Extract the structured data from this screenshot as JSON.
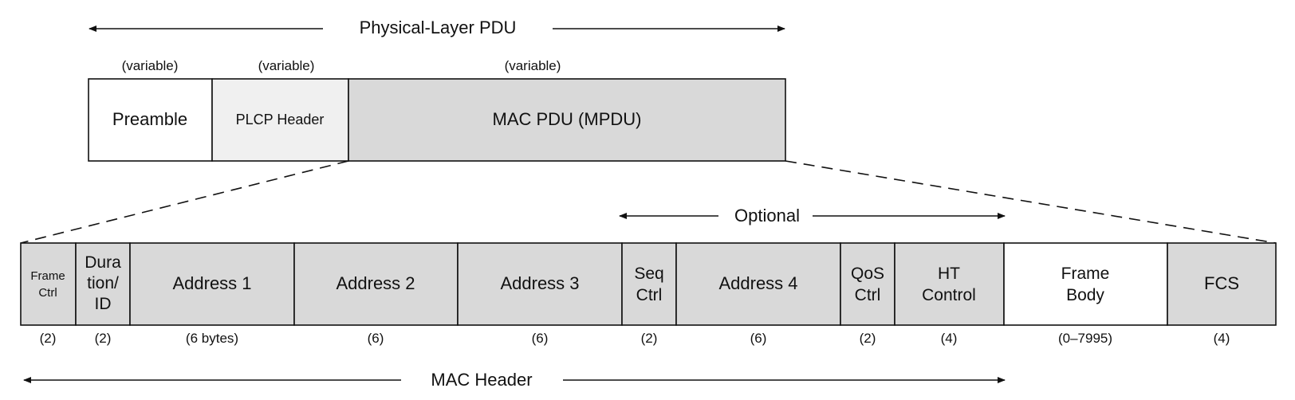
{
  "phy": {
    "title": "Physical-Layer PDU",
    "fields": [
      {
        "label": "Preamble",
        "size": "(variable)",
        "fill": "#ffffff"
      },
      {
        "label": "PLCP Header",
        "size": "(variable)",
        "fill": "#f0f0f0"
      },
      {
        "label": "MAC PDU (MPDU)",
        "size": "(variable)",
        "fill": "#d9d9d9"
      }
    ]
  },
  "optional_label": "Optional",
  "mac_header_label": "MAC Header",
  "mac": {
    "fields": [
      {
        "lines": [
          "Frame",
          "Ctrl"
        ],
        "size": "(2)",
        "fill": "#d9d9d9"
      },
      {
        "lines": [
          "Dura",
          "tion/",
          "ID"
        ],
        "size": "(2)",
        "fill": "#d9d9d9"
      },
      {
        "lines": [
          "Address 1"
        ],
        "size": "(6 bytes)",
        "fill": "#d9d9d9"
      },
      {
        "lines": [
          "Address 2"
        ],
        "size": "(6)",
        "fill": "#d9d9d9"
      },
      {
        "lines": [
          "Address 3"
        ],
        "size": "(6)",
        "fill": "#d9d9d9"
      },
      {
        "lines": [
          "Seq",
          "Ctrl"
        ],
        "size": "(2)",
        "fill": "#d9d9d9"
      },
      {
        "lines": [
          "Address 4"
        ],
        "size": "(6)",
        "fill": "#d9d9d9"
      },
      {
        "lines": [
          "QoS",
          "Ctrl"
        ],
        "size": "(2)",
        "fill": "#d9d9d9"
      },
      {
        "lines": [
          "HT",
          "Control"
        ],
        "size": "(4)",
        "fill": "#d9d9d9"
      },
      {
        "lines": [
          "Frame",
          "Body"
        ],
        "size": "(0–7995)",
        "fill": "#ffffff"
      },
      {
        "lines": [
          "FCS"
        ],
        "size": "(4)",
        "fill": "#d9d9d9"
      }
    ]
  }
}
